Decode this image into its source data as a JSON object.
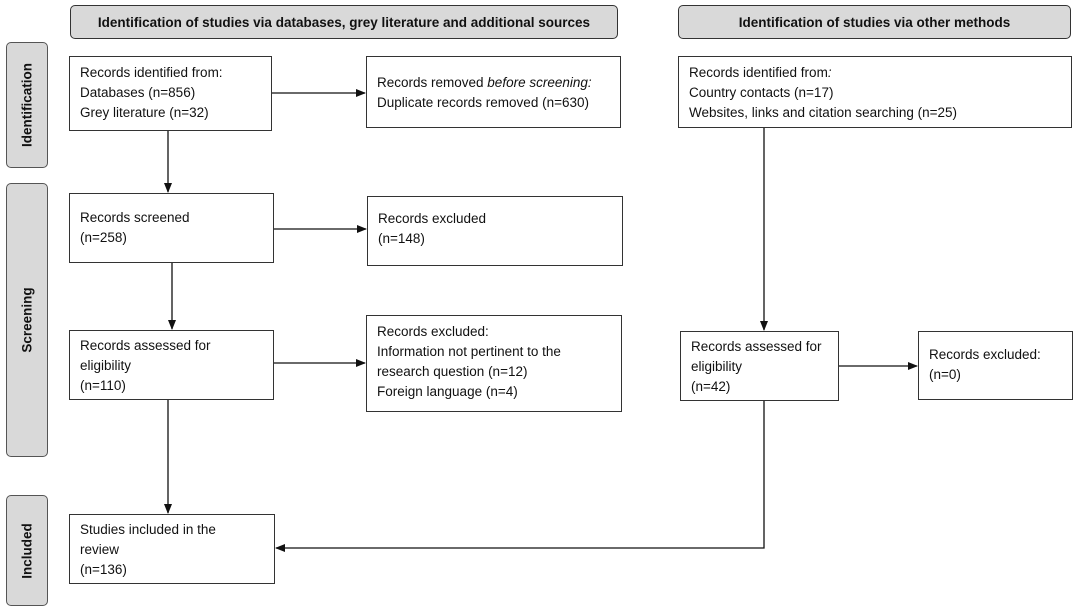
{
  "headers": {
    "left": "Identification of studies via databases, grey literature and additional sources",
    "right": "Identification of studies via other methods"
  },
  "phases": {
    "identification": "Identification",
    "screening": "Screening",
    "included": "Included"
  },
  "boxes": {
    "records_identified": {
      "line1": "Records identified from:",
      "line2": "Databases (n=856)",
      "line3": "Grey literature (n=32)"
    },
    "records_removed": {
      "line1_prefix": "Records removed ",
      "line1_emph": "before screening:",
      "line2": "Duplicate records removed (n=630)"
    },
    "records_screened": {
      "line1": "Records screened",
      "line2": "(n=258)"
    },
    "records_excluded_screening": {
      "line1": "Records excluded",
      "line2": "(n=148)"
    },
    "assessed_eligibility": {
      "line1": "Records assessed for",
      "line2": "eligibility",
      "line3": "(n=110)"
    },
    "excluded_eligibility": {
      "line1": "Records excluded:",
      "line2": "Information not pertinent to the",
      "line3": "research question (n=12)",
      "line4": "Foreign language (n=4)"
    },
    "studies_included": {
      "line1": "Studies included in the",
      "line2": "review",
      "line3": "(n=136)"
    },
    "other_identified": {
      "line1_prefix": "Records identified from",
      "line1_emph": ":",
      "line2": "Country contacts (n=17)",
      "line3": "Websites, links and citation searching (n=25)"
    },
    "other_assessed": {
      "line1": "Records assessed for",
      "line2": "eligibility",
      "line3": "(n=42)"
    },
    "other_excluded": {
      "line1": "Records excluded:",
      "line2": "(n=0)"
    }
  }
}
